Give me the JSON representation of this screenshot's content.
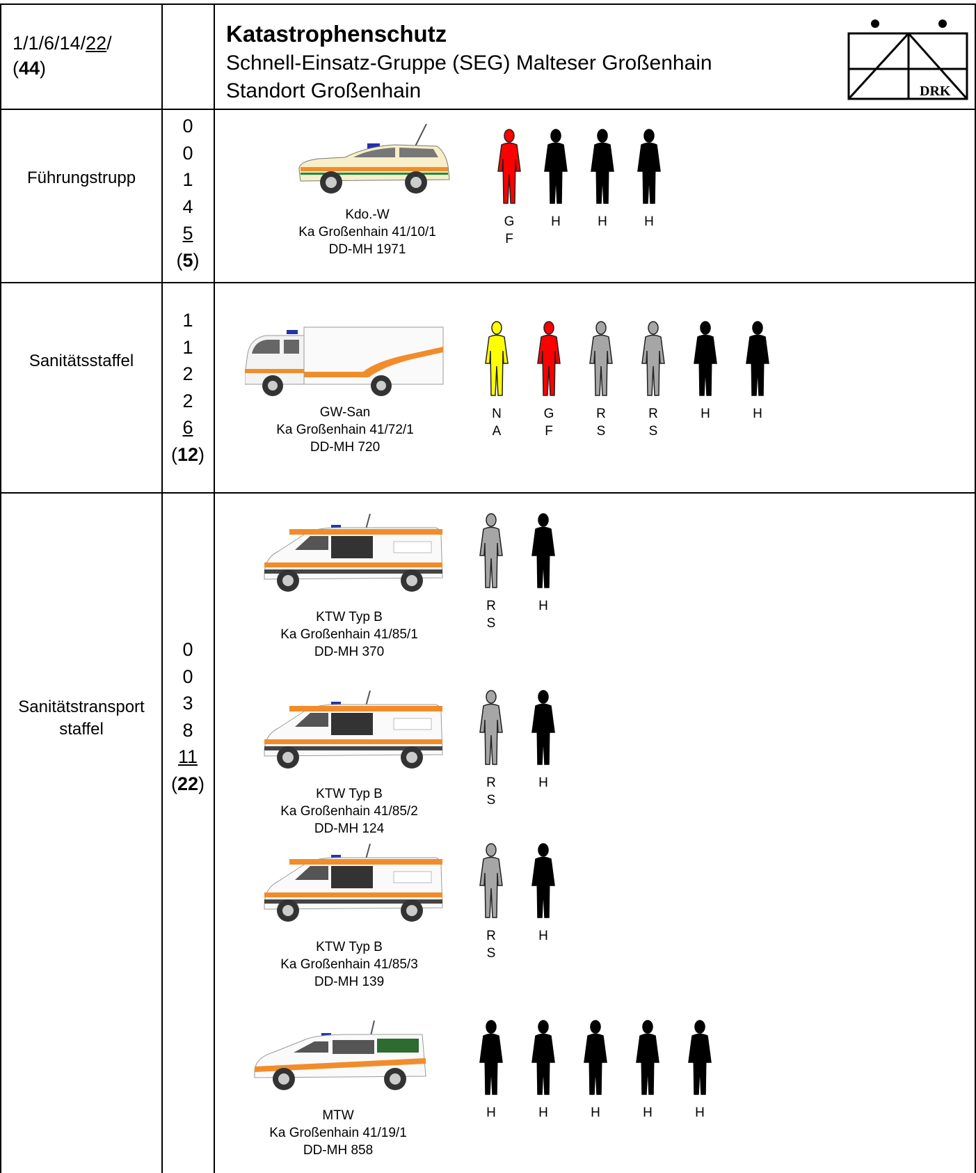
{
  "header": {
    "count_line1": "1/1/6/14/",
    "count_line1_underlined": "22",
    "count_line1_tail": "/",
    "total": "44",
    "title": "Katastrophenschutz",
    "subtitle1": "Schnell-Einsatz-Gruppe (SEG) Malteser Großenhain",
    "subtitle2": "Standort Großenhain",
    "logo_text": "DRK"
  },
  "units": [
    {
      "name": "Führungstrupp",
      "numbers": [
        "0",
        "0",
        "1",
        "4"
      ],
      "sum": "5",
      "total": "5",
      "vehicles": [
        {
          "type": "Kdo.-W",
          "callsign": "Ka Großenhain 41/10/1",
          "plate": "DD-MH 1971",
          "icon": "command-car-icon"
        }
      ],
      "crew": [
        {
          "role1": "G",
          "role2": "F",
          "color": "#ff0000"
        },
        {
          "role1": "H",
          "role2": "",
          "color": "#000000"
        },
        {
          "role1": "H",
          "role2": "",
          "color": "#000000"
        },
        {
          "role1": "H",
          "role2": "",
          "color": "#000000"
        }
      ]
    },
    {
      "name": "Sanitätsstaffel",
      "numbers": [
        "1",
        "1",
        "2",
        "2"
      ],
      "sum": "6",
      "total": "12",
      "vehicles": [
        {
          "type": "GW-San",
          "callsign": "Ka Großenhain 41/72/1",
          "plate": "DD-MH 720",
          "icon": "box-truck-icon"
        }
      ],
      "crew": [
        {
          "role1": "N",
          "role2": "A",
          "color": "#ffff00"
        },
        {
          "role1": "G",
          "role2": "F",
          "color": "#ff0000"
        },
        {
          "role1": "R",
          "role2": "S",
          "color": "#a6a6a6"
        },
        {
          "role1": "R",
          "role2": "S",
          "color": "#a6a6a6"
        },
        {
          "role1": "H",
          "role2": "",
          "color": "#000000"
        },
        {
          "role1": "H",
          "role2": "",
          "color": "#000000"
        }
      ]
    },
    {
      "name_line1": "Sanitätstransport",
      "name_line2": "staffel",
      "numbers": [
        "0",
        "0",
        "3",
        "8"
      ],
      "sum": "11",
      "total": "22",
      "vehicles": [
        {
          "type": "KTW Typ B",
          "callsign": "Ka Großenhain 41/85/1",
          "plate": "DD-MH 370",
          "icon": "ambulance-van-icon",
          "crew": [
            {
              "role1": "R",
              "role2": "S",
              "color": "#a6a6a6"
            },
            {
              "role1": "H",
              "role2": "",
              "color": "#000000"
            }
          ]
        },
        {
          "type": "KTW Typ B",
          "callsign": "Ka Großenhain 41/85/2",
          "plate": "DD-MH 124",
          "icon": "ambulance-van-icon",
          "crew": [
            {
              "role1": "R",
              "role2": "S",
              "color": "#a6a6a6"
            },
            {
              "role1": "H",
              "role2": "",
              "color": "#000000"
            }
          ]
        },
        {
          "type": "KTW Typ B",
          "callsign": "Ka Großenhain 41/85/3",
          "plate": "DD-MH 139",
          "icon": "ambulance-van-icon",
          "crew": [
            {
              "role1": "R",
              "role2": "S",
              "color": "#a6a6a6"
            },
            {
              "role1": "H",
              "role2": "",
              "color": "#000000"
            }
          ]
        },
        {
          "type": "MTW",
          "callsign": "Ka Großenhain 41/19/1",
          "plate": "DD-MH 858",
          "icon": "minibus-icon",
          "crew": [
            {
              "role1": "H",
              "role2": "",
              "color": "#000000"
            },
            {
              "role1": "H",
              "role2": "",
              "color": "#000000"
            },
            {
              "role1": "H",
              "role2": "",
              "color": "#000000"
            },
            {
              "role1": "H",
              "role2": "",
              "color": "#000000"
            },
            {
              "role1": "H",
              "role2": "",
              "color": "#000000"
            }
          ]
        }
      ]
    }
  ]
}
